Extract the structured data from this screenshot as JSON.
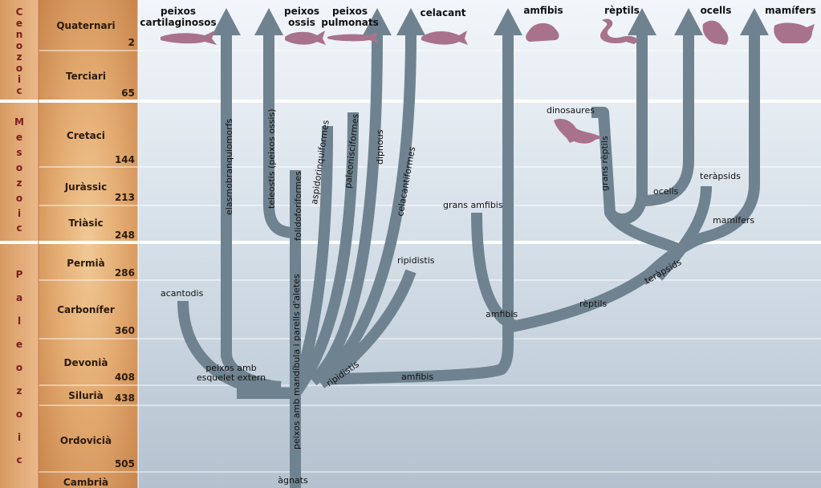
{
  "eras": [
    {
      "name": "Cenozoic",
      "letters": [
        "C",
        "e",
        "n",
        "o",
        "z",
        "o",
        "i",
        "c"
      ]
    },
    {
      "name": "Mesozoic",
      "letters": [
        "M",
        "e",
        "s",
        "o",
        "z",
        "o",
        "i",
        "c"
      ]
    },
    {
      "name": "Paleozoic",
      "letters": [
        "P",
        "a",
        "l",
        "e",
        "o",
        "z",
        "o",
        "i",
        "c"
      ]
    }
  ],
  "periods": [
    {
      "name": "Quaternari",
      "age": "2"
    },
    {
      "name": "Terciari",
      "age": "65"
    },
    {
      "name": "Cretaci",
      "age": "144"
    },
    {
      "name": "Juràssic",
      "age": "213"
    },
    {
      "name": "Triàsic",
      "age": "248"
    },
    {
      "name": "Permià",
      "age": "286"
    },
    {
      "name": "Carbonífer",
      "age": "360"
    },
    {
      "name": "Devonià",
      "age": "408"
    },
    {
      "name": "Silurià",
      "age": "438"
    },
    {
      "name": "Ordovicià",
      "age": "505"
    },
    {
      "name": "Cambrià",
      "age": ""
    }
  ],
  "top_labels": {
    "cartilaginosos_1": "peixos",
    "cartilaginosos_2": "cartilaginosos",
    "ossis_1": "peixos",
    "ossis_2": "ossis",
    "pulmonats_1": "peixos",
    "pulmonats_2": "pulmonats",
    "celacant": "celacant",
    "amfibis": "amfibis",
    "reptils": "rèptils",
    "ocells": "ocells",
    "mamifers": "mamífers"
  },
  "branch_labels": {
    "elasmobranquiomorfs": "elasmobranquiomorfs",
    "teleostis": "teleostis (peixos ossis)",
    "folidoforiformes": "folidoforiformes",
    "aspidorinquiformes": "aspidorinquiformes",
    "paleonisciformes": "paleonisciformes",
    "dipnous": "dipnous",
    "celacantiformes": "celacantiformes",
    "mandibula": "peixos amb mandíbula i parells d'aletes",
    "agnats": "àgnats",
    "acantodis": "acantodis",
    "esquelet_1": "peixos amb",
    "esquelet_2": "esquelet extern",
    "ripidistis_low": "ripidistis",
    "ripidistis_high": "ripidistis",
    "amfibis_low": "amfibis",
    "amfibis_mid": "amfibis",
    "grans_amfibis": "grans amfibis",
    "reptils_mid": "rèptils",
    "terapsids_low": "teràpsids",
    "terapsids_high": "teràpsids",
    "dinosaures": "dinosaures",
    "grans_reptils": "grans rèptils",
    "ocells_mid": "ocells",
    "mamifers_mid": "mamífers"
  },
  "animals": [
    "shark-icon",
    "fish-icon",
    "lungfish-icon",
    "coelacanth-icon",
    "frog-icon",
    "snake-icon",
    "dinosaur-icon",
    "bird-icon",
    "wolf-icon"
  ],
  "colors": {
    "branch": "#6f8290",
    "animal": "#a8728d",
    "era_text": "#7a1c1c",
    "sky_top": "#f2f6fa",
    "sky_bottom": "#b6c4d1",
    "wood": "#e3ad73"
  }
}
